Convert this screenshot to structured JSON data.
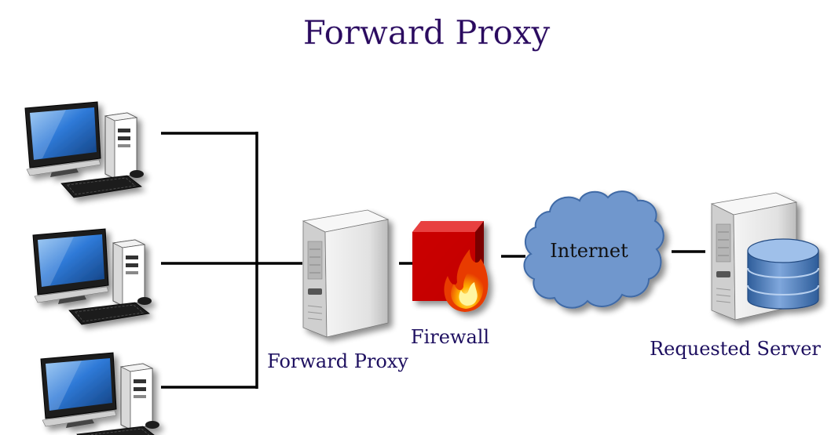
{
  "title": "Forward Proxy",
  "labels": {
    "proxy": "Forward Proxy",
    "firewall": "Firewall",
    "internet": "Internet",
    "server": "Requested Server"
  },
  "nodes": {
    "clients": [
      "client-computer-1",
      "client-computer-2",
      "client-computer-3"
    ],
    "proxy_icon": "server-tower-icon",
    "firewall_icon": "firewall-brick-flame-icon",
    "internet_icon": "cloud-icon",
    "server_icon": "server-database-icon"
  },
  "colors": {
    "title_text": "#2a0a5e",
    "label_text": "#1e1060",
    "firewall_red": "#c80000",
    "cloud_blue": "#6f97cd",
    "database_blue": "#4a78b5",
    "monitor_blue": "#1f5fc7",
    "line": "#000000"
  }
}
